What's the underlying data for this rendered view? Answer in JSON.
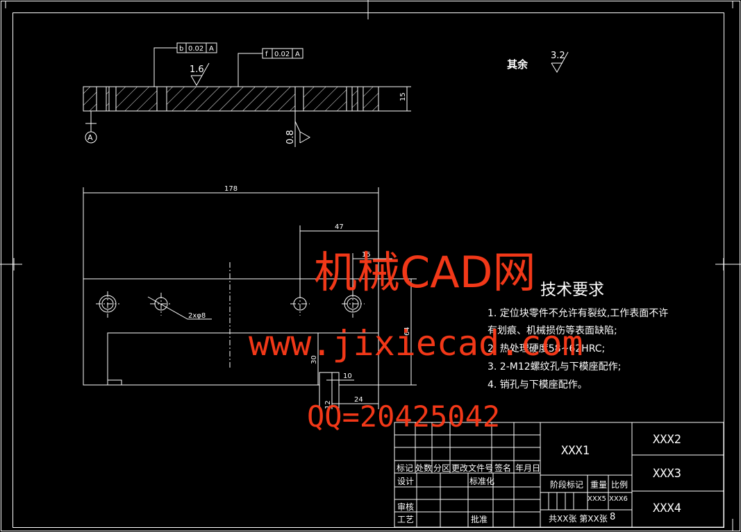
{
  "watermark": {
    "brand": "机械CAD网",
    "url": "www.jixiecad.com",
    "qq": "QQ=20425042"
  },
  "drawing": {
    "gdt_frames": [
      {
        "symbol": "b",
        "tolerance": "0.02",
        "datum": "A"
      },
      {
        "symbol": "f",
        "tolerance": "0.02",
        "datum": "A"
      }
    ],
    "roughness": [
      "1.6",
      "0.8",
      "3.2"
    ],
    "remaining_label": "其余",
    "datum_label": "A",
    "dimensions": [
      "15",
      "178",
      "47",
      "15",
      "64",
      "2xφ8",
      "10",
      "24",
      "30",
      "12"
    ]
  },
  "requirements": {
    "title": "技术要求",
    "items": [
      "1.  定位块零件不允许有裂纹,工作表面不许",
      "    有划痕、机械损伤等表面缺陷;",
      "2.  热处理硬度58~62HRC;",
      "3.  2-M12螺纹孔与下模座配作;",
      "4.  销孔与下模座配作。"
    ]
  },
  "title_block": {
    "headers": [
      "标记",
      "处数",
      "分区",
      "更改文件号",
      "签名",
      "年月日"
    ],
    "design": "设计",
    "standardize": "标准化",
    "review": "审核",
    "process": "工艺",
    "approve": "批准",
    "stage_mark": "阶段标记",
    "weight": "重量",
    "scale": "比例",
    "weight_value": "XXX5",
    "scale_value": "XXX6",
    "sheets": "共XX张  第XX张",
    "sheet_num": "8",
    "name": "XXX1",
    "code1": "XXX2",
    "code2": "XXX3",
    "code3": "XXX4"
  }
}
